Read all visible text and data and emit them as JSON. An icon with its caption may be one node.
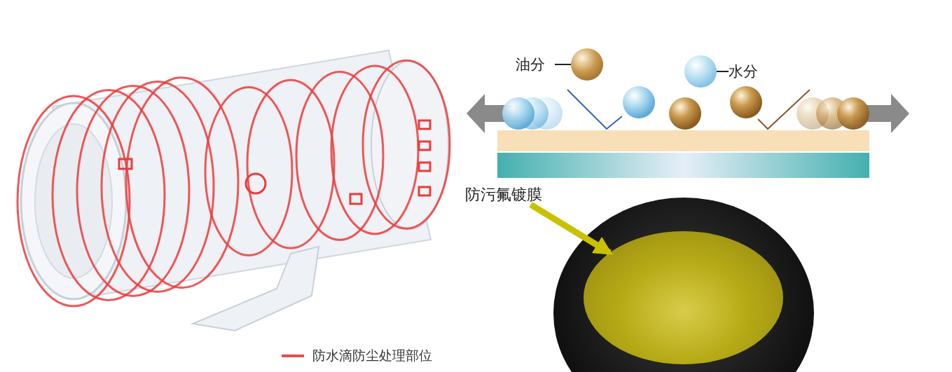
{
  "diagram": {
    "nodes": [
      {
        "text": [
          "油分"
        ]
      },
      {
        "text": [],
        "shape": "circle"
      },
      {
        "text": [
          "水分"
        ]
      },
      {
        "text": [],
        "shape": "circle"
      },
      {
        "text": [
          "防污氟镀膜"
        ]
      },
      {
        "text": [],
        "shape": "picture"
      }
    ],
    "edges": [
      {
        "from": 0,
        "to": 1,
        "arrow": "none"
      },
      {
        "from": 2,
        "to": 3,
        "arrow": "none"
      },
      {
        "from": 4,
        "to": 5,
        "arrow": "to",
        "style": "thick",
        "color": "#c9c100"
      }
    ],
    "legend": [
      {
        "text": "防水滴防尘处理部位"
      }
    ]
  }
}
